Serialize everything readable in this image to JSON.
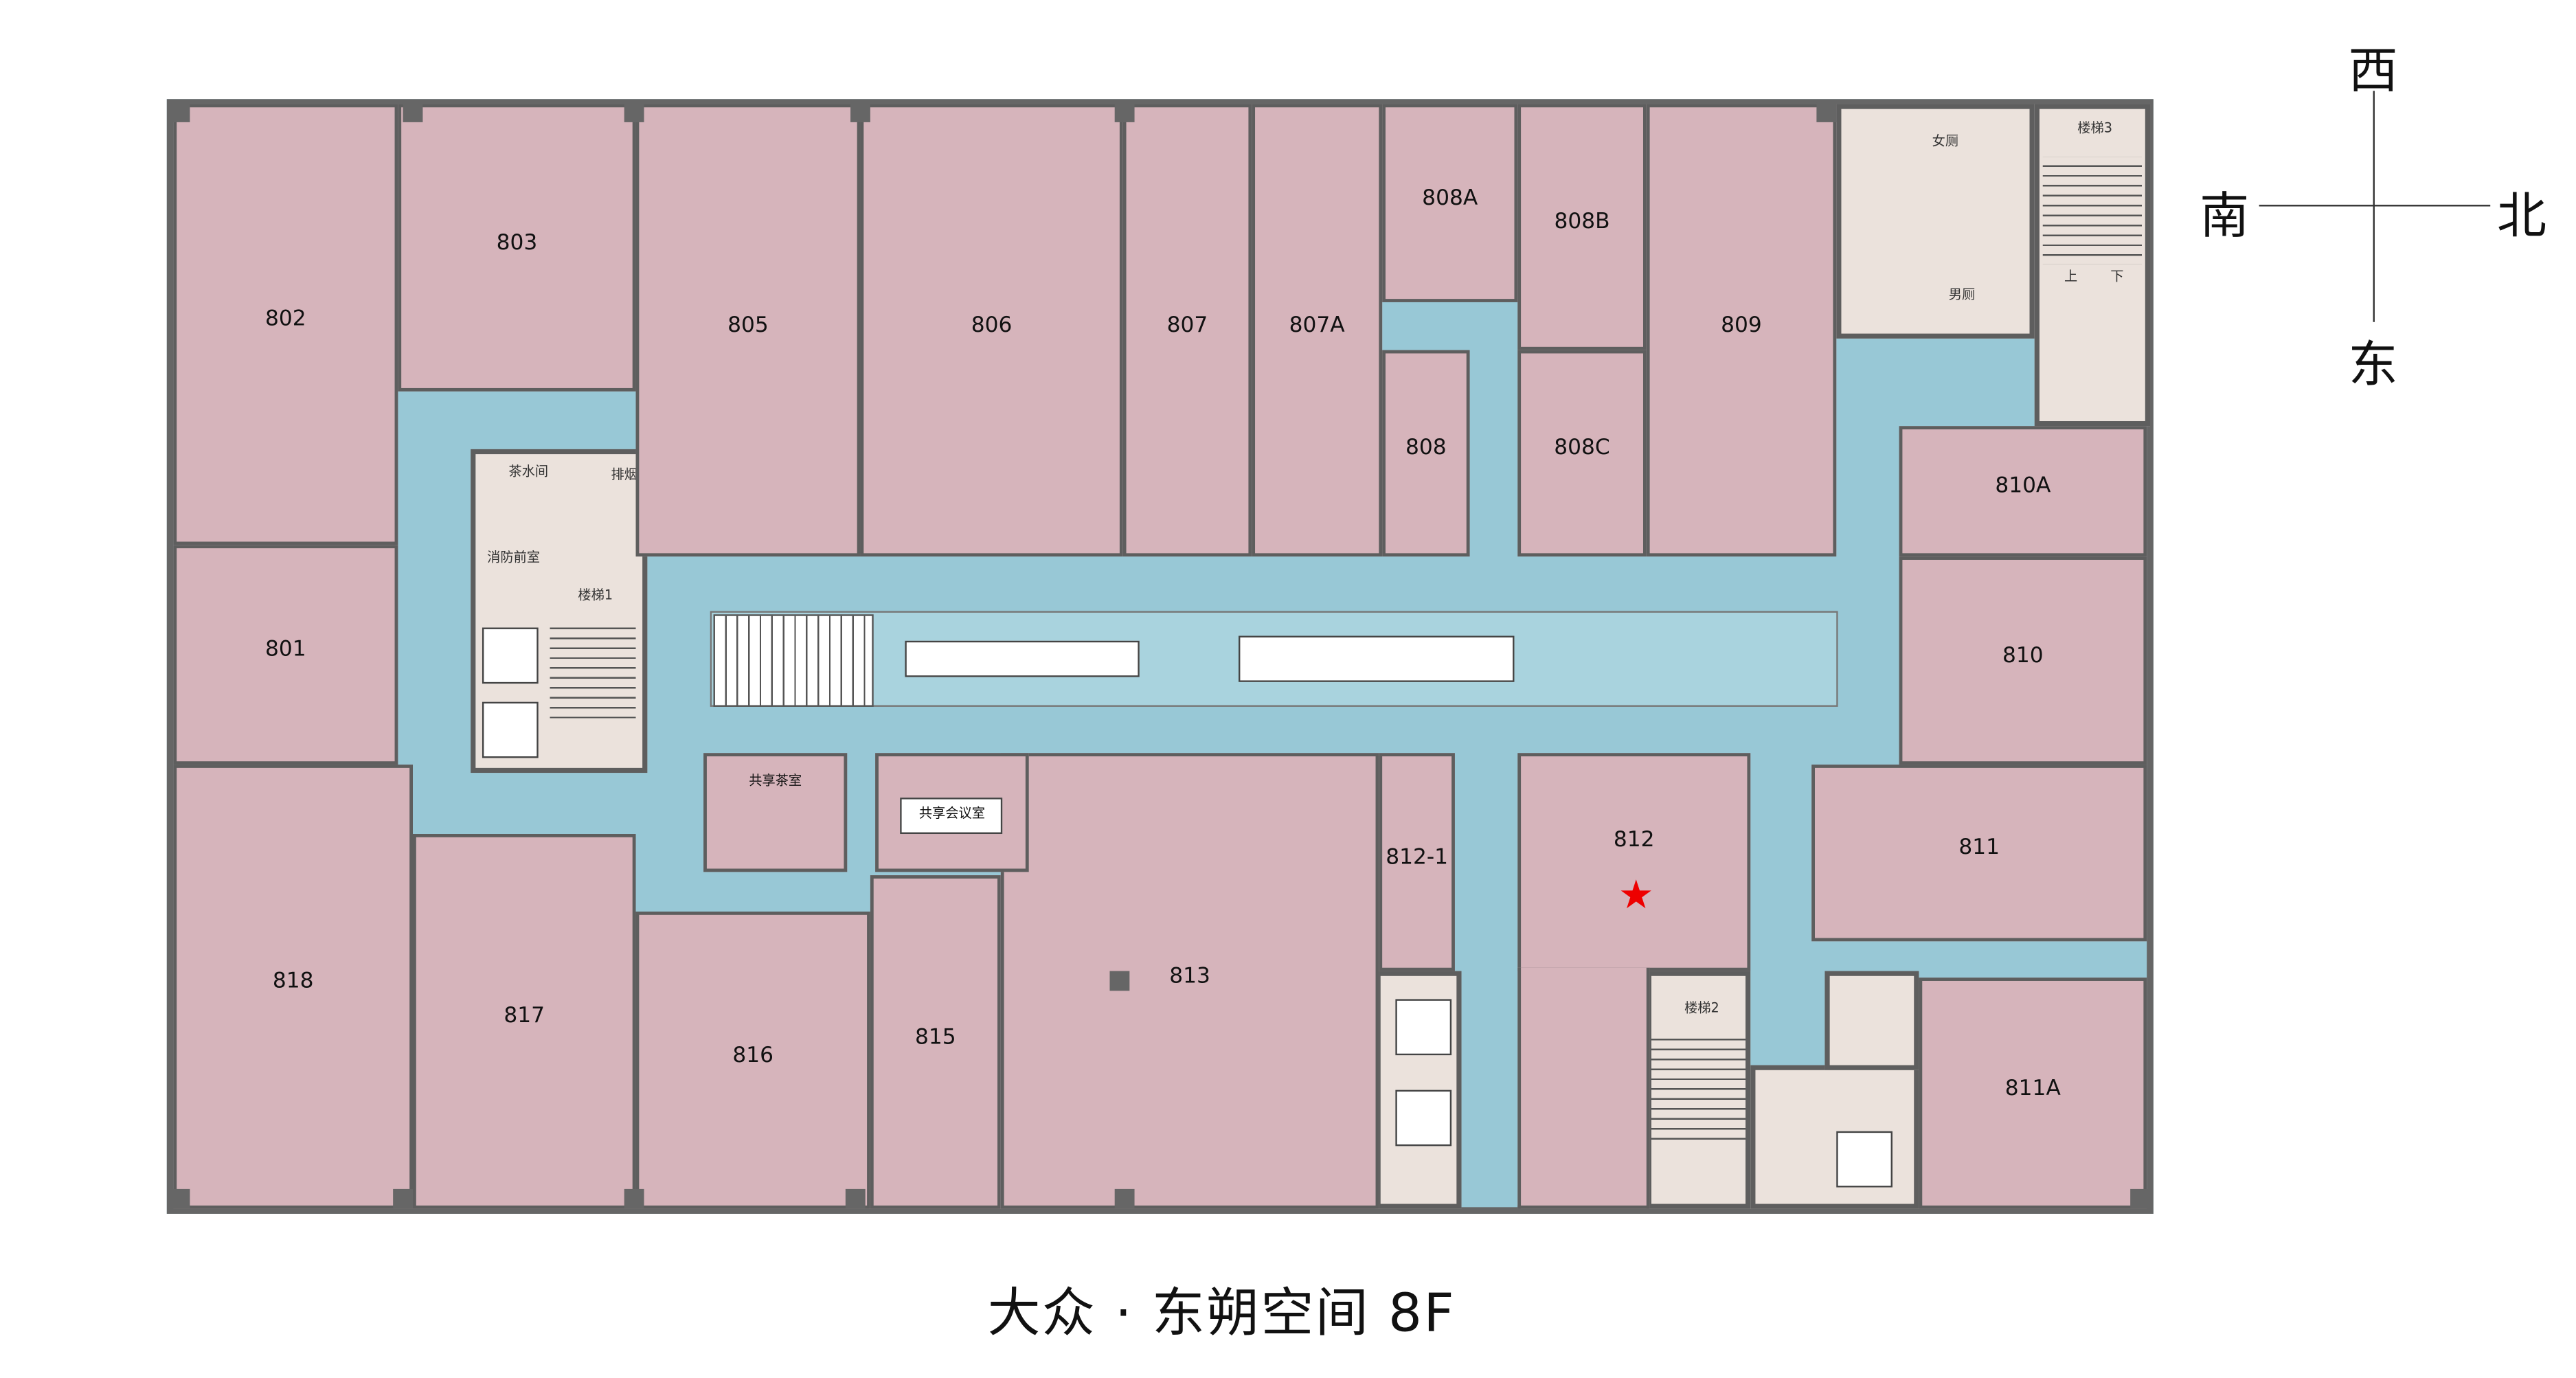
{
  "title": "大众 · 东朔空间 8F",
  "compass": {
    "top": "西",
    "left": "南",
    "right": "北",
    "bottom": "东"
  },
  "rooms": [
    "802",
    "803",
    "805",
    "806",
    "807",
    "807A",
    "808A",
    "808B",
    "809",
    "808",
    "808C",
    "801",
    "818",
    "817",
    "816",
    "815",
    "813",
    "812-1",
    "812",
    "810A",
    "810",
    "811",
    "811A"
  ],
  "facilities": {
    "womens_restroom": "女厕",
    "mens_restroom": "男厕",
    "stair1": "楼梯1",
    "stair2": "楼梯2",
    "stair3": "楼梯3",
    "pantry": "茶水间",
    "smoke_exhaust": "排烟",
    "fire_lobby": "消防前室",
    "shared_tea_room": "共享茶室",
    "shared_meeting_room": "共享会议室",
    "stair_up": "上",
    "stair_down": "下"
  },
  "marker": {
    "room": "812",
    "icon": "star-icon",
    "color": "#e00000"
  },
  "colors": {
    "room": "#d6b4bb",
    "corridor": "#98c8d6",
    "service": "#ebe2dc",
    "wall": "#5e5e5e"
  }
}
